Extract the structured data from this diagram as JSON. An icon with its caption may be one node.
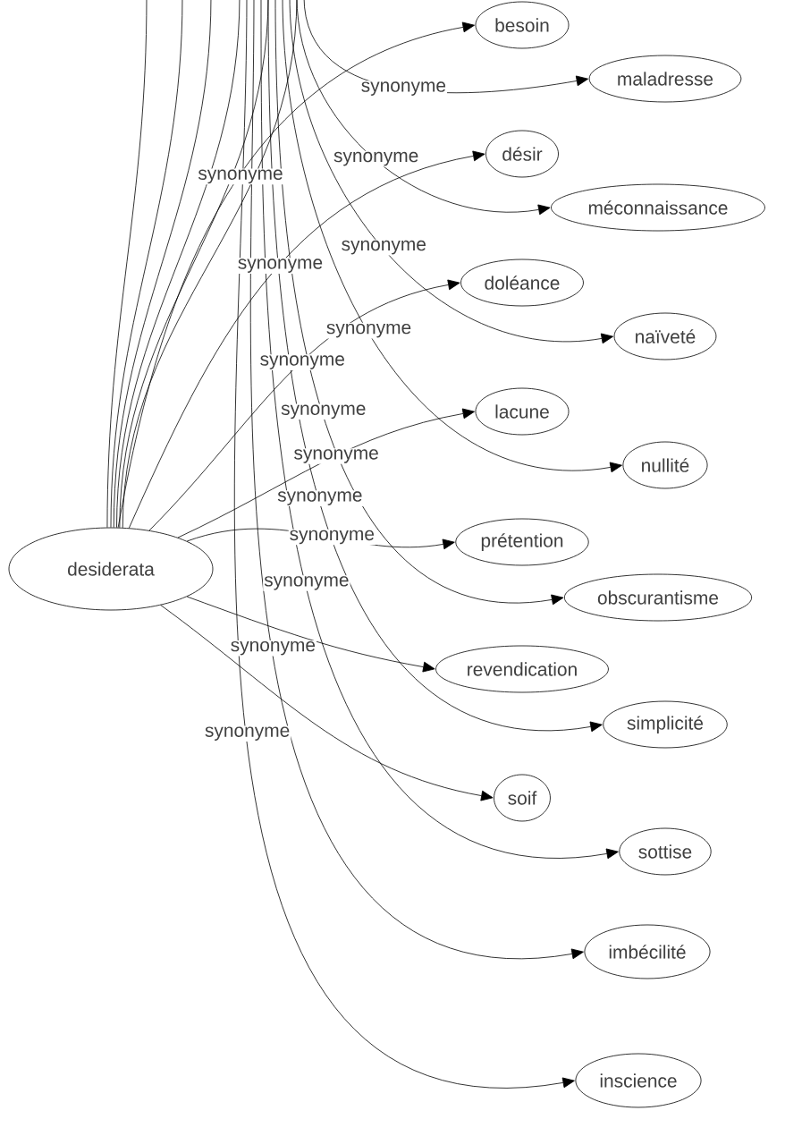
{
  "diagram": {
    "nodes": [
      {
        "text": [
          "desiderata"
        ]
      },
      {
        "text": [
          "maladresse"
        ]
      },
      {
        "text": [
          "besoin"
        ]
      },
      {
        "text": [
          "méconnaissance"
        ]
      },
      {
        "text": [
          "désir"
        ]
      },
      {
        "text": [
          "naïveté"
        ]
      },
      {
        "text": [
          "doléance"
        ]
      },
      {
        "text": [
          "nullité"
        ]
      },
      {
        "text": [
          "lacune"
        ]
      },
      {
        "text": [
          "obscurantisme"
        ]
      },
      {
        "text": [
          "prétention"
        ]
      },
      {
        "text": [
          "revendication"
        ]
      },
      {
        "text": [
          "simplicité"
        ]
      },
      {
        "text": [
          "sottise"
        ]
      },
      {
        "text": [
          "soif"
        ]
      },
      {
        "text": [
          "imbécilité"
        ]
      },
      {
        "text": [
          "inscience"
        ]
      }
    ],
    "edges": [
      {
        "from": null,
        "to": 1,
        "arrow": "to",
        "label": "synonyme"
      },
      {
        "from": 0,
        "to": 2,
        "arrow": "to",
        "label": "synonyme"
      },
      {
        "from": null,
        "to": 3,
        "arrow": "to",
        "label": "synonyme"
      },
      {
        "from": 0,
        "to": 4,
        "arrow": "to",
        "label": "synonyme"
      },
      {
        "from": null,
        "to": 5,
        "arrow": "to",
        "label": "synonyme"
      },
      {
        "from": 0,
        "to": 6,
        "arrow": "to",
        "label": "synonyme"
      },
      {
        "from": null,
        "to": 7,
        "arrow": "to",
        "label": "synonyme"
      },
      {
        "from": 0,
        "to": 8,
        "arrow": "to",
        "label": "synonyme"
      },
      {
        "from": 0,
        "to": 10,
        "arrow": "to",
        "label": "synonyme"
      },
      {
        "from": null,
        "to": 9,
        "arrow": "to",
        "label": "synonyme"
      },
      {
        "from": null,
        "to": 12,
        "arrow": "to",
        "label": "synonyme"
      },
      {
        "from": 0,
        "to": 11,
        "arrow": "to"
      },
      {
        "from": null,
        "to": 13,
        "arrow": "to",
        "label": "synonyme"
      },
      {
        "from": 0,
        "to": 14,
        "arrow": "to"
      },
      {
        "from": null,
        "to": 15,
        "arrow": "to",
        "label": "synonyme"
      },
      {
        "from": null,
        "to": 16,
        "arrow": "to",
        "label": "synonyme"
      },
      {
        "from": 0,
        "to": null,
        "arrow": "none"
      },
      {
        "from": 0,
        "to": null,
        "arrow": "none"
      },
      {
        "from": 0,
        "to": null,
        "arrow": "none"
      },
      {
        "from": 0,
        "to": null,
        "arrow": "none"
      },
      {
        "from": 0,
        "to": null,
        "arrow": "none"
      },
      {
        "from": 0,
        "to": null,
        "arrow": "none"
      }
    ]
  }
}
